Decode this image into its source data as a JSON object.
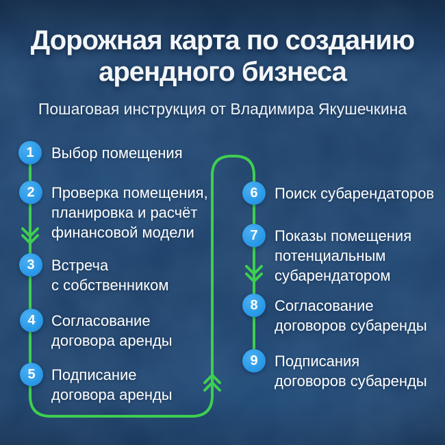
{
  "header": {
    "title": "Дорожная карта по созданию\nарендного бизнеса",
    "subtitle": "Пошаговая инструкция от Владимира Якушечкина"
  },
  "steps": [
    {
      "number": "1",
      "label": "Выбор помещения"
    },
    {
      "number": "2",
      "label": "Проверка помещения,\nпланировка и расчёт\nфинансовой модели"
    },
    {
      "number": "3",
      "label": "Встреча\nс собственником"
    },
    {
      "number": "4",
      "label": "Согласование\nдоговора аренды"
    },
    {
      "number": "5",
      "label": "Подписание\nдоговора аренды"
    },
    {
      "number": "6",
      "label": "Поиск субарендаторов"
    },
    {
      "number": "7",
      "label": "Показы помещения\nпотенциальным\nсубарендатором"
    },
    {
      "number": "8",
      "label": "Согласование\nдоговоров субаренды"
    },
    {
      "number": "9",
      "label": "Подписания\nдоговоров субаренды"
    }
  ],
  "colors": {
    "background": "#1b3e67",
    "line_green": "#3ecf50",
    "circle_blue": "#2e9ce9",
    "text": "#ffffff"
  }
}
